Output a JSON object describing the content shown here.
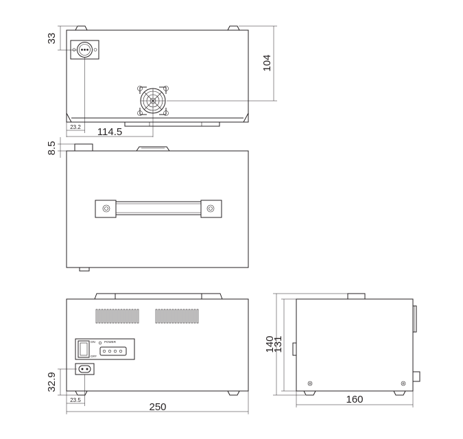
{
  "dimensions": {
    "top_view_dim_33": "33",
    "top_view_dim_104": "104",
    "top_view_dim_23_2": "23.2",
    "top_view_dim_114_5": "114.5",
    "front_view_dim_8_5": "8.5",
    "rear_view_dim_32_9": "32.9",
    "rear_view_dim_23_5": "23.5",
    "rear_view_dim_250": "250",
    "side_view_dim_140": "140",
    "side_view_dim_131": "131",
    "side_view_dim_160": "160"
  },
  "panel_labels": {
    "switch_on": "ON",
    "switch_off": "OFF",
    "power": "POWER"
  }
}
